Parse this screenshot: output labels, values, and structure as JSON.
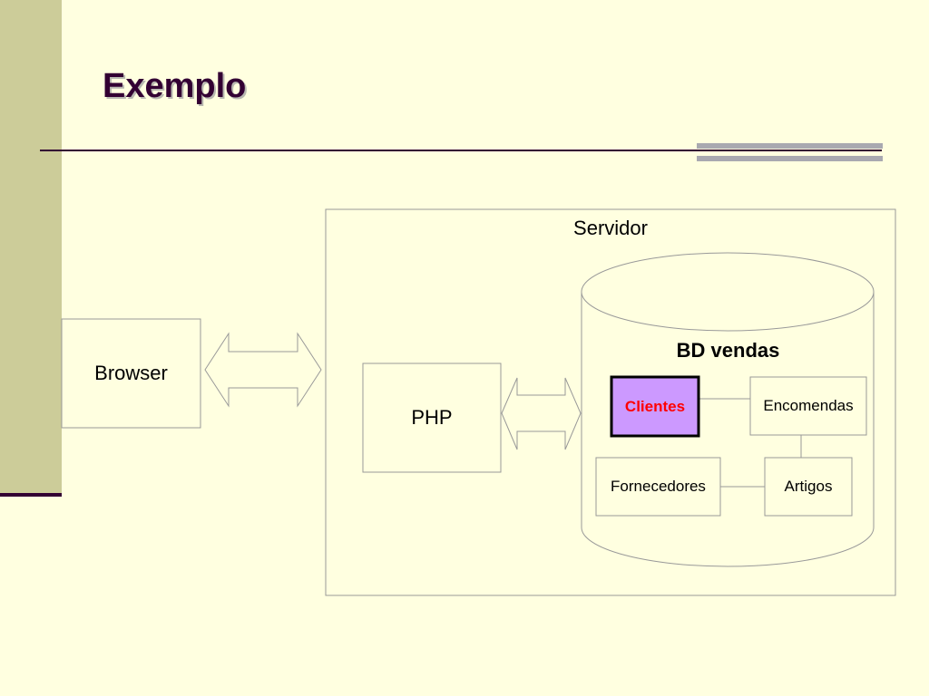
{
  "slide": {
    "title": "Exemplo"
  },
  "diagram": {
    "browser_label": "Browser",
    "server_label": "Servidor",
    "php_label": "PHP",
    "database_label": "BD vendas",
    "tables": {
      "clientes": "Clientes",
      "encomendas": "Encomendas",
      "fornecedores": "Fornecedores",
      "artigos": "Artigos"
    },
    "colors": {
      "background": "#FFFFE0",
      "side_band": "#CCCC99",
      "title": "#330033",
      "highlight_fill": "#CC99FF",
      "highlight_text": "#FF0000"
    }
  }
}
